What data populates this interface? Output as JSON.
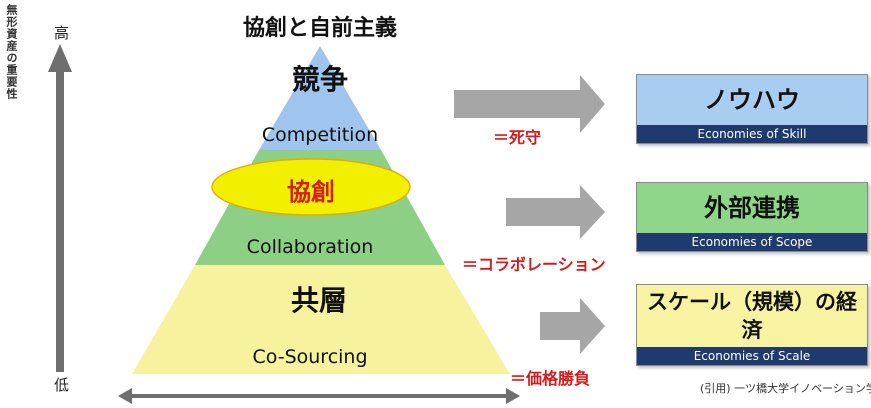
{
  "axis": {
    "vertical_label": "無形資産の重要性",
    "high_label": "高",
    "low_label": "低"
  },
  "title": "協創と自前主義",
  "pyramid": {
    "top_jp": "競争",
    "top_en": "Competition",
    "mid_jp": "協創",
    "mid_en": "Collaboration",
    "base_jp": "共層",
    "base_en": "Co-Sourcing"
  },
  "relations": [
    {
      "label": "＝死守"
    },
    {
      "label": "＝コラボレーション"
    },
    {
      "label": "＝価格勝負"
    }
  ],
  "boxes": [
    {
      "jp": "ノウハウ",
      "en": "Economies of Skill",
      "color": "#a9cdf1"
    },
    {
      "jp": "外部連携",
      "en": "Economies of Scope",
      "color": "#8fd68a"
    },
    {
      "jp": "スケール（規模）の経済",
      "en": "Economies of Scale",
      "color": "#f8f3a2"
    }
  ],
  "citation": "(引用) 一ツ橋大学イノベーション学課",
  "colors": {
    "top_tier": "#9fc5ee",
    "mid_tier": "#8ccf85",
    "base_tier": "#f6f29d",
    "highlight_ellipse": "#f2f000",
    "arrow_gray": "#a6a6a6",
    "accent_red": "#d71a1a",
    "box_band": "#1f3a6e"
  }
}
